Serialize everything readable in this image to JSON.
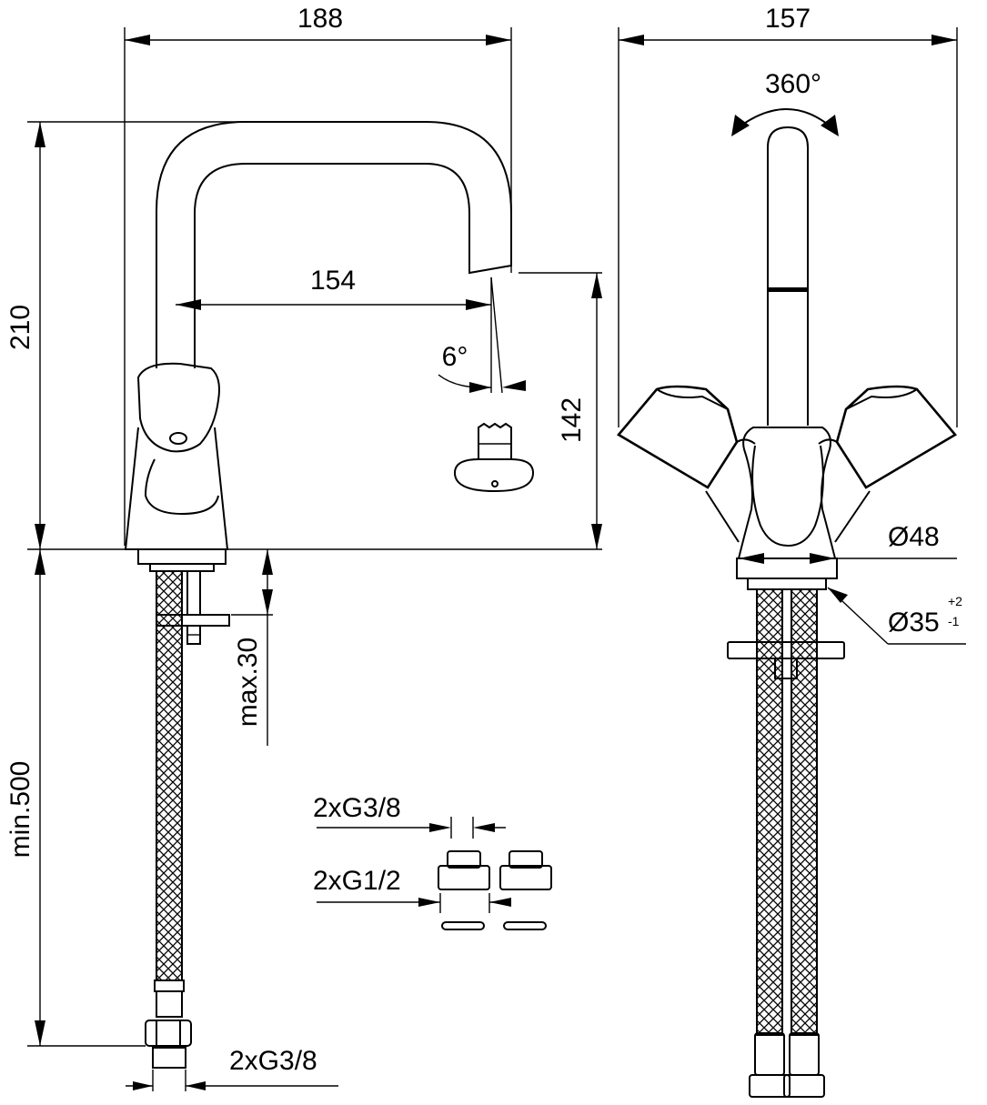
{
  "dimensions": {
    "width_188": "188",
    "width_157": "157",
    "rotation_360": "360°",
    "height_210": "210",
    "reach_154": "154",
    "angle_6": "6°",
    "height_142": "142",
    "dia_48": "Ø48",
    "dia_35": "Ø35",
    "tol_plus": "+2",
    "tol_minus": "-1",
    "max_30": "max.30",
    "min_500": "min.500",
    "conn_g38_top": "2xG3/8",
    "conn_g12": "2xG1/2",
    "conn_g38_bottom": "2xG3/8"
  }
}
